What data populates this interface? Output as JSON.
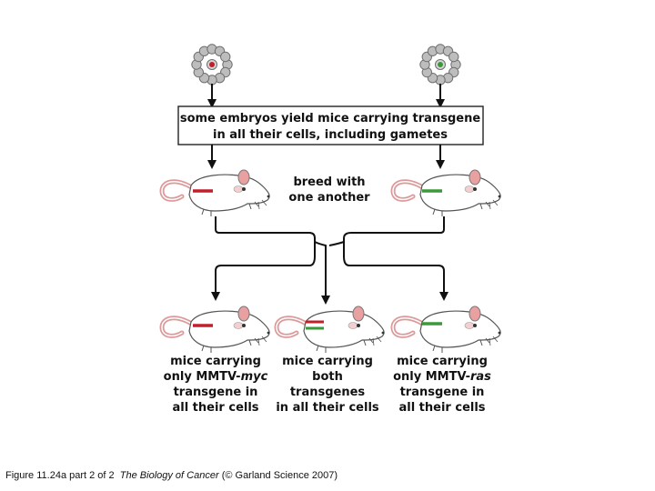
{
  "box_text": {
    "line1": "some embryos yield mice carrying transgene",
    "line2": "in all their cells, including gametes"
  },
  "breed_text": {
    "line1": "breed with",
    "line2": "one another"
  },
  "labels": {
    "left": {
      "line1": "mice carrying",
      "line2_pre": "only MMTV-",
      "line2_italic": "myc",
      "line3": "transgene in",
      "line4": "all their cells"
    },
    "middle": {
      "line1": "mice carrying",
      "line2": "both",
      "line3": "transgenes",
      "line4": "in all their cells"
    },
    "right": {
      "line1": "mice carrying",
      "line2_pre": "only MMTV-",
      "line2_italic": "ras",
      "line3": "transgene in",
      "line4": "all their cells"
    }
  },
  "caption": {
    "figure": "Figure 11.24a part 2 of 2",
    "book": "The Biology of Cancer",
    "credit": "(© Garland Science 2007)"
  },
  "colors": {
    "myc": "#c21f2a",
    "ras": "#3a9a3a",
    "cell_fill": "#bdbdbd",
    "cell_stroke": "#6f6f6f",
    "mouse_ear": "#e8a0a0",
    "mouse_tail": "#dc9a9a"
  }
}
